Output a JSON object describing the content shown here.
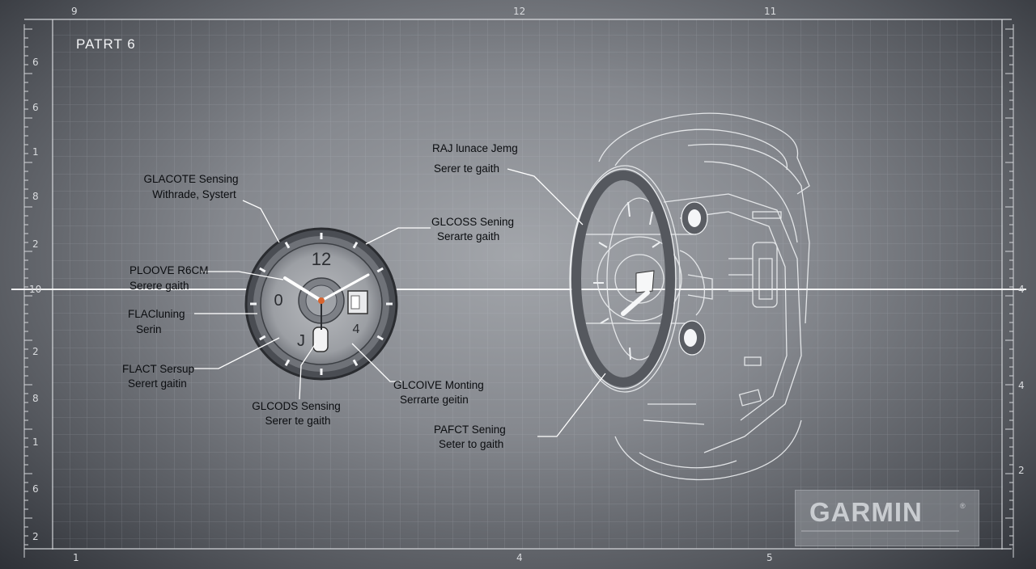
{
  "header": {
    "title": "PATRT  6"
  },
  "ruler": {
    "top": [
      "9",
      "12",
      "11"
    ],
    "bottom": [
      "1",
      "4",
      "5"
    ],
    "left": [
      "6",
      "6",
      "1",
      "8",
      "2",
      "10",
      "2",
      "8",
      "1",
      "6",
      "2"
    ],
    "right": [
      "4",
      "4",
      "2"
    ]
  },
  "callouts": {
    "glacote": {
      "title": "GLACOTE Sensing",
      "sub": "Withrade, Systert"
    },
    "ploove": {
      "title": "PLOOVE R6CM",
      "sub": "Serere gaith"
    },
    "flacluning": {
      "title": "FLACluning",
      "sub": "Serin"
    },
    "flact": {
      "title": "FLACT Sersup",
      "sub": "Serert gaitin"
    },
    "glcods": {
      "title": "GLCODS Sensing",
      "sub": "Serer te gaith"
    },
    "glcoss": {
      "title": "GLCOSS Sening",
      "sub": "Serarte gaith"
    },
    "glcoive": {
      "title": "GLCOIVE Monting",
      "sub": "Serrarte geitin"
    },
    "raj": {
      "title": "RAJ lunace Jemg",
      "sub": "Serer te gaith"
    },
    "pafct": {
      "title": "PAFCT Sening",
      "sub": "Seter to gaith"
    }
  },
  "watch_face": {
    "dial_12": "12",
    "dial_9": "0",
    "dial_4": "4",
    "dial_7": "J"
  },
  "logo": {
    "text": "GARMIN",
    "mark": "®"
  },
  "colors": {
    "line": "#ffffff",
    "text_dark": "#0b0d10",
    "accent": "#d8642e"
  }
}
